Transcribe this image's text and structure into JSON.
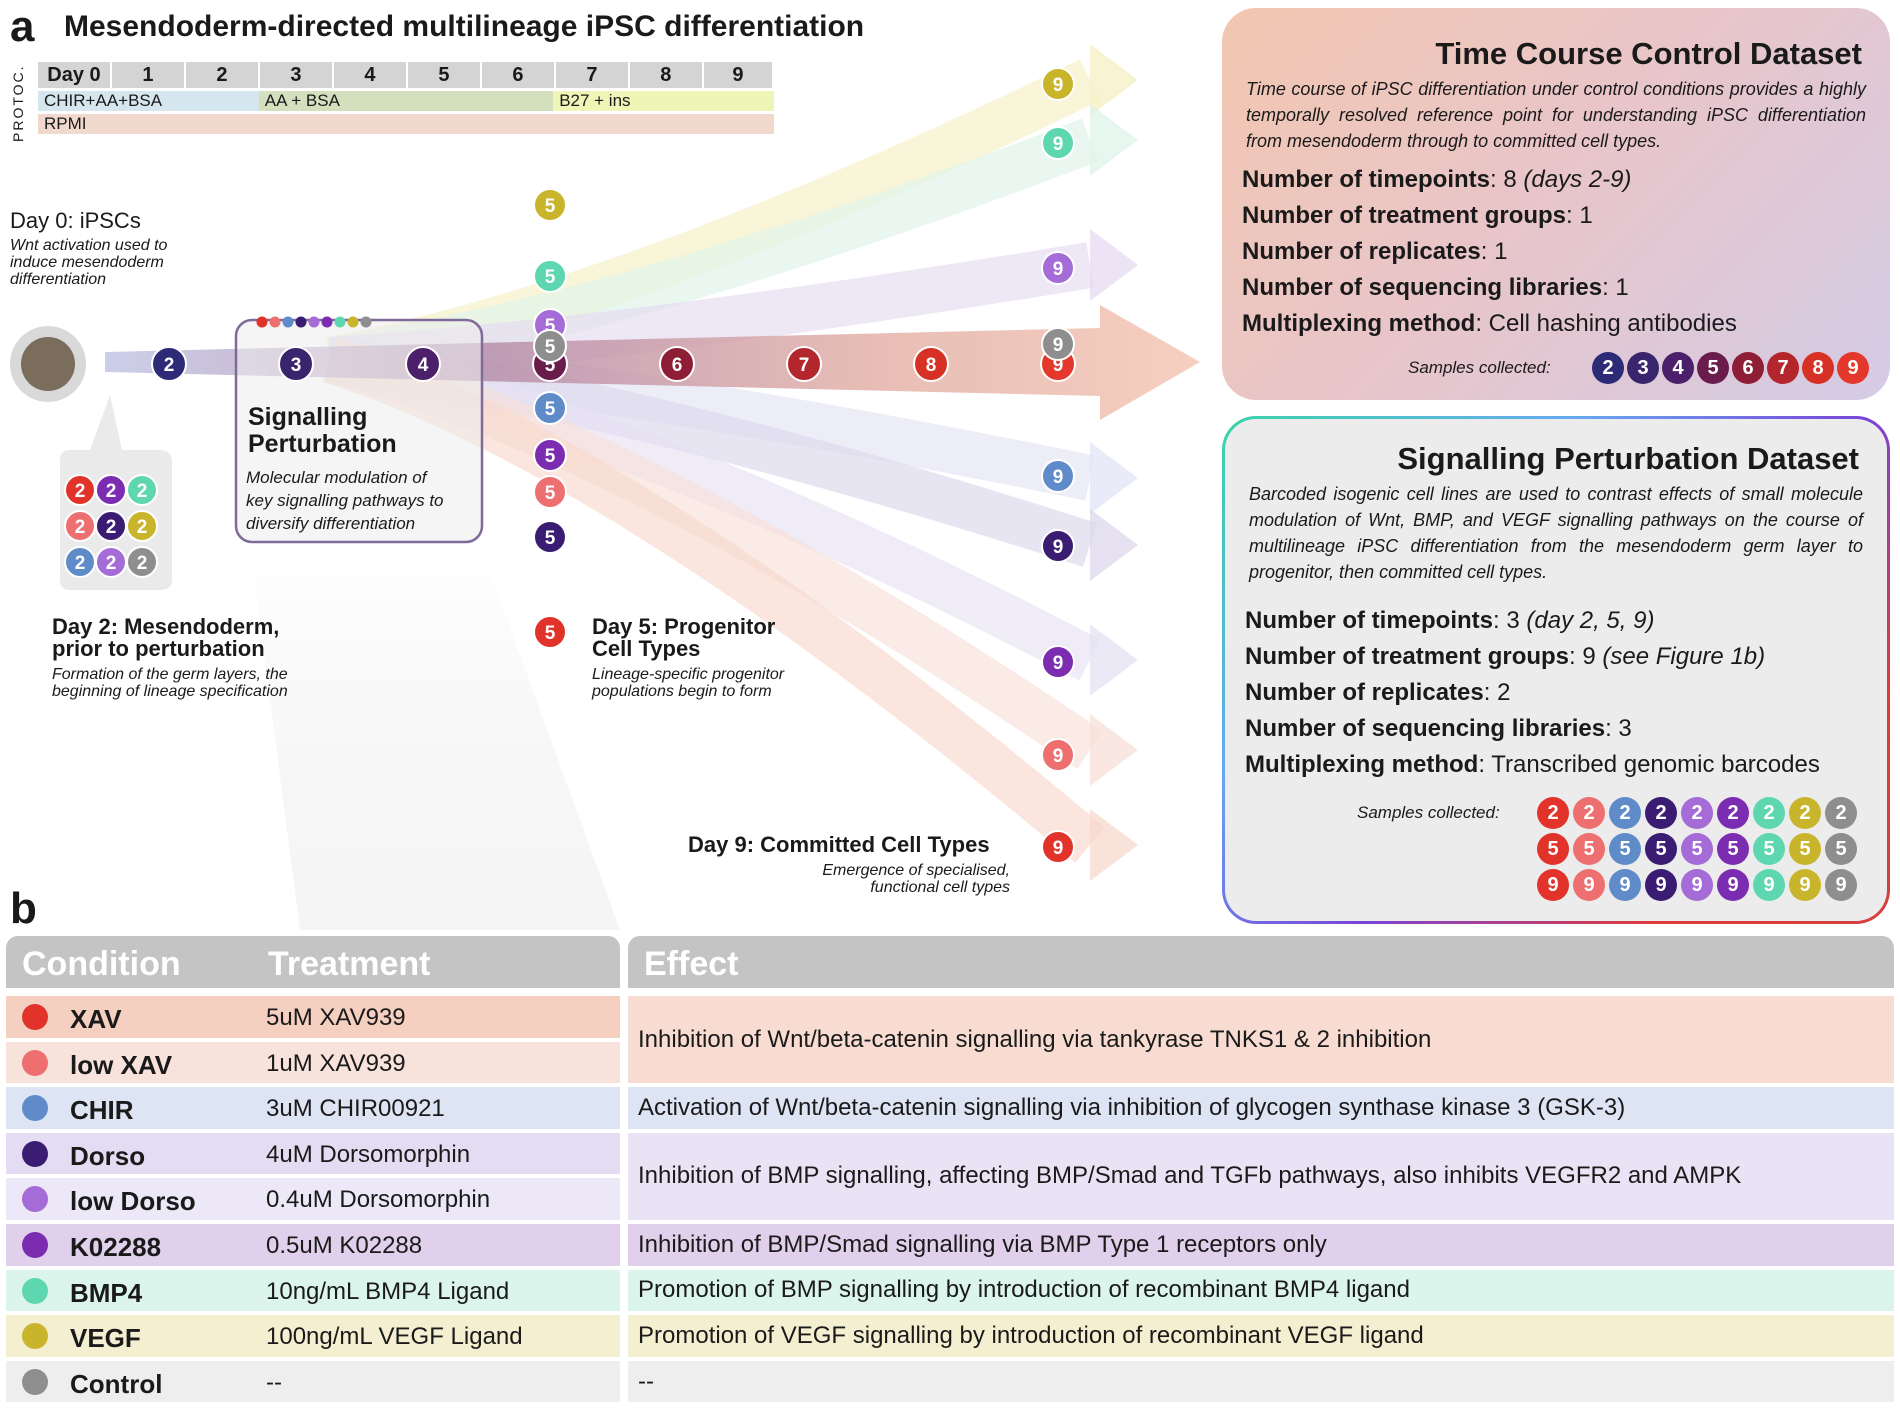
{
  "panel_a": {
    "letter": "a",
    "title": "Mesendoderm-directed multilineage iPSC differentiation",
    "protocol_label": "PROTOC.",
    "days": [
      "Day 0",
      "1",
      "2",
      "3",
      "4",
      "5",
      "6",
      "7",
      "8",
      "9"
    ],
    "media": [
      {
        "label": "CHIR+AA+BSA",
        "color": "#d6e6ef",
        "span": 3
      },
      {
        "label": "AA + BSA",
        "color": "#d4dfbe",
        "span": 4
      },
      {
        "label": "B27 + ins",
        "color": "#eef5b6",
        "span": 3
      }
    ],
    "base_medium": {
      "label": "RPMI",
      "color": "#f2d9cd"
    },
    "day0_title": "Day 0: iPSCs",
    "day0_sub": [
      "Wnt activation used to",
      "induce mesendoderm",
      "differentiation"
    ],
    "perturb_title": [
      "Signalling",
      "Perturbation"
    ],
    "perturb_sub": [
      "Molecular modulation of",
      "key signalling pathways to",
      "diversify differentiation"
    ],
    "day2_title": [
      "Day 2: Mesendoderm,",
      "prior to perturbation"
    ],
    "day2_sub": [
      "Formation of the germ layers, the",
      "beginning of lineage specification"
    ],
    "day5_title": [
      "Day 5: Progenitor",
      "Cell Types"
    ],
    "day5_sub": [
      "Lineage-specific progenitor",
      "populations begin to form"
    ],
    "day9_title": "Day 9: Committed Cell Types",
    "day9_sub": [
      "Emergence of specialised,",
      "functional cell types"
    ],
    "timeline_numbers": [
      "2",
      "3",
      "4",
      "5",
      "6",
      "7",
      "8",
      "9"
    ]
  },
  "colors": {
    "XAV": "#e2332b",
    "lowXAV": "#ee6f6f",
    "CHIR": "#5f8cc9",
    "Dorso": "#3a1d73",
    "lowDorso": "#a56bd6",
    "K02288": "#7b2cb0",
    "BMP4": "#5ed7b0",
    "VEGF": "#c9b52b",
    "Control": "#8e8e8e",
    "tc2": "#2d2a78",
    "tc3": "#38256e",
    "tc4": "#4c1f6a",
    "tc5": "#6a1c4c",
    "tc6": "#8e1d36",
    "tc7": "#b3262c",
    "tc8": "#d73024",
    "tc9": "#e5382c"
  },
  "time_course": {
    "title": "Time Course Control Dataset",
    "description": "Time course of iPSC differentiation under control conditions provides a highly temporally resolved reference point for understanding iPSC differentiation from mesendoderm through to committed cell types.",
    "stats": [
      {
        "label": "Number of timepoints",
        "value": ": 8 ",
        "extra": "(days 2-9)"
      },
      {
        "label": "Number of treatment groups",
        "value": ": 1",
        "extra": ""
      },
      {
        "label": "Number of replicates",
        "value": ": 1",
        "extra": ""
      },
      {
        "label": "Number of sequencing libraries",
        "value": ": 1",
        "extra": ""
      },
      {
        "label": "Multiplexing method",
        "value": ": Cell hashing antibodies",
        "extra": ""
      }
    ],
    "samples_label": "Samples collected:",
    "samples": [
      "2",
      "3",
      "4",
      "5",
      "6",
      "7",
      "8",
      "9"
    ]
  },
  "perturbation": {
    "title": "Signalling Perturbation Dataset",
    "description": "Barcoded isogenic cell lines are used to contrast effects of small molecule modulation of Wnt, BMP, and VEGF signalling pathways on the course of multilineage iPSC differentiation from the mesendoderm germ layer to progenitor, then committed cell types.",
    "stats": [
      {
        "label": "Number of timepoints",
        "value": ": 3 ",
        "extra": "(day 2, 5, 9)"
      },
      {
        "label": "Number of treatment groups",
        "value": ": 9 ",
        "extra": "(see Figure 1b)"
      },
      {
        "label": "Number of replicates",
        "value": ": 2",
        "extra": ""
      },
      {
        "label": "Number of sequencing libraries",
        "value": ": 3",
        "extra": ""
      },
      {
        "label": "Multiplexing method",
        "value": ": Transcribed genomic barcodes",
        "extra": ""
      }
    ],
    "samples_label": "Samples collected:",
    "sample_rows": [
      "2",
      "5",
      "9"
    ]
  },
  "panel_b": {
    "letter": "b",
    "headers": [
      "Condition",
      "Treatment",
      "Effect"
    ],
    "rows": [
      {
        "condition": "XAV",
        "treatment": "5uM XAV939",
        "color": "#e2332b",
        "bg": "#f5cfc0"
      },
      {
        "condition": "low XAV",
        "treatment": "1uM XAV939",
        "color": "#ee6f6f",
        "bg": "#f8e2dc"
      },
      {
        "condition": "CHIR",
        "treatment": "3uM CHIR00921",
        "color": "#5f8cc9",
        "bg": "#dde4f4"
      },
      {
        "condition": "Dorso",
        "treatment": "4uM Dorsomorphin",
        "color": "#3a1d73",
        "bg": "#e4dcf2"
      },
      {
        "condition": "low Dorso",
        "treatment": "0.4uM Dorsomorphin",
        "color": "#a56bd6",
        "bg": "#ece8f7"
      },
      {
        "condition": "K02288",
        "treatment": "0.5uM K02288",
        "color": "#7b2cb0",
        "bg": "#e0d0ec"
      },
      {
        "condition": "BMP4",
        "treatment": "10ng/mL BMP4 Ligand",
        "color": "#5ed7b0",
        "bg": "#dcf5ec"
      },
      {
        "condition": "VEGF",
        "treatment": "100ng/mL VEGF Ligand",
        "color": "#c9b52b",
        "bg": "#f3efd0"
      },
      {
        "condition": "Control",
        "treatment": "--",
        "color": "#8e8e8e",
        "bg": "#eeeeee"
      }
    ],
    "effects": [
      {
        "text": "Inhibition of Wnt/beta-catenin signalling via tankyrase TNKS1 & 2 inhibition",
        "bg": "#f8dcd2"
      },
      {
        "text": "Activation of Wnt/beta-catenin signalling via inhibition of glycogen synthase kinase 3 (GSK-3)",
        "bg": "#dde4f4"
      },
      {
        "text": "Inhibition of BMP signalling, affecting BMP/Smad and TGFb pathways, also inhibits VEGFR2 and AMPK",
        "bg": "#e9e3f5"
      },
      {
        "text": "Inhibition of BMP/Smad signalling via BMP Type 1 receptors only",
        "bg": "#e0d0ec"
      },
      {
        "text": "Promotion of BMP signalling by introduction of recombinant BMP4 ligand",
        "bg": "#dcf5ec"
      },
      {
        "text": "Promotion of VEGF signalling by introduction of recombinant VEGF ligand",
        "bg": "#f3efd0"
      },
      {
        "text": "--",
        "bg": "#eeeeee"
      }
    ]
  }
}
